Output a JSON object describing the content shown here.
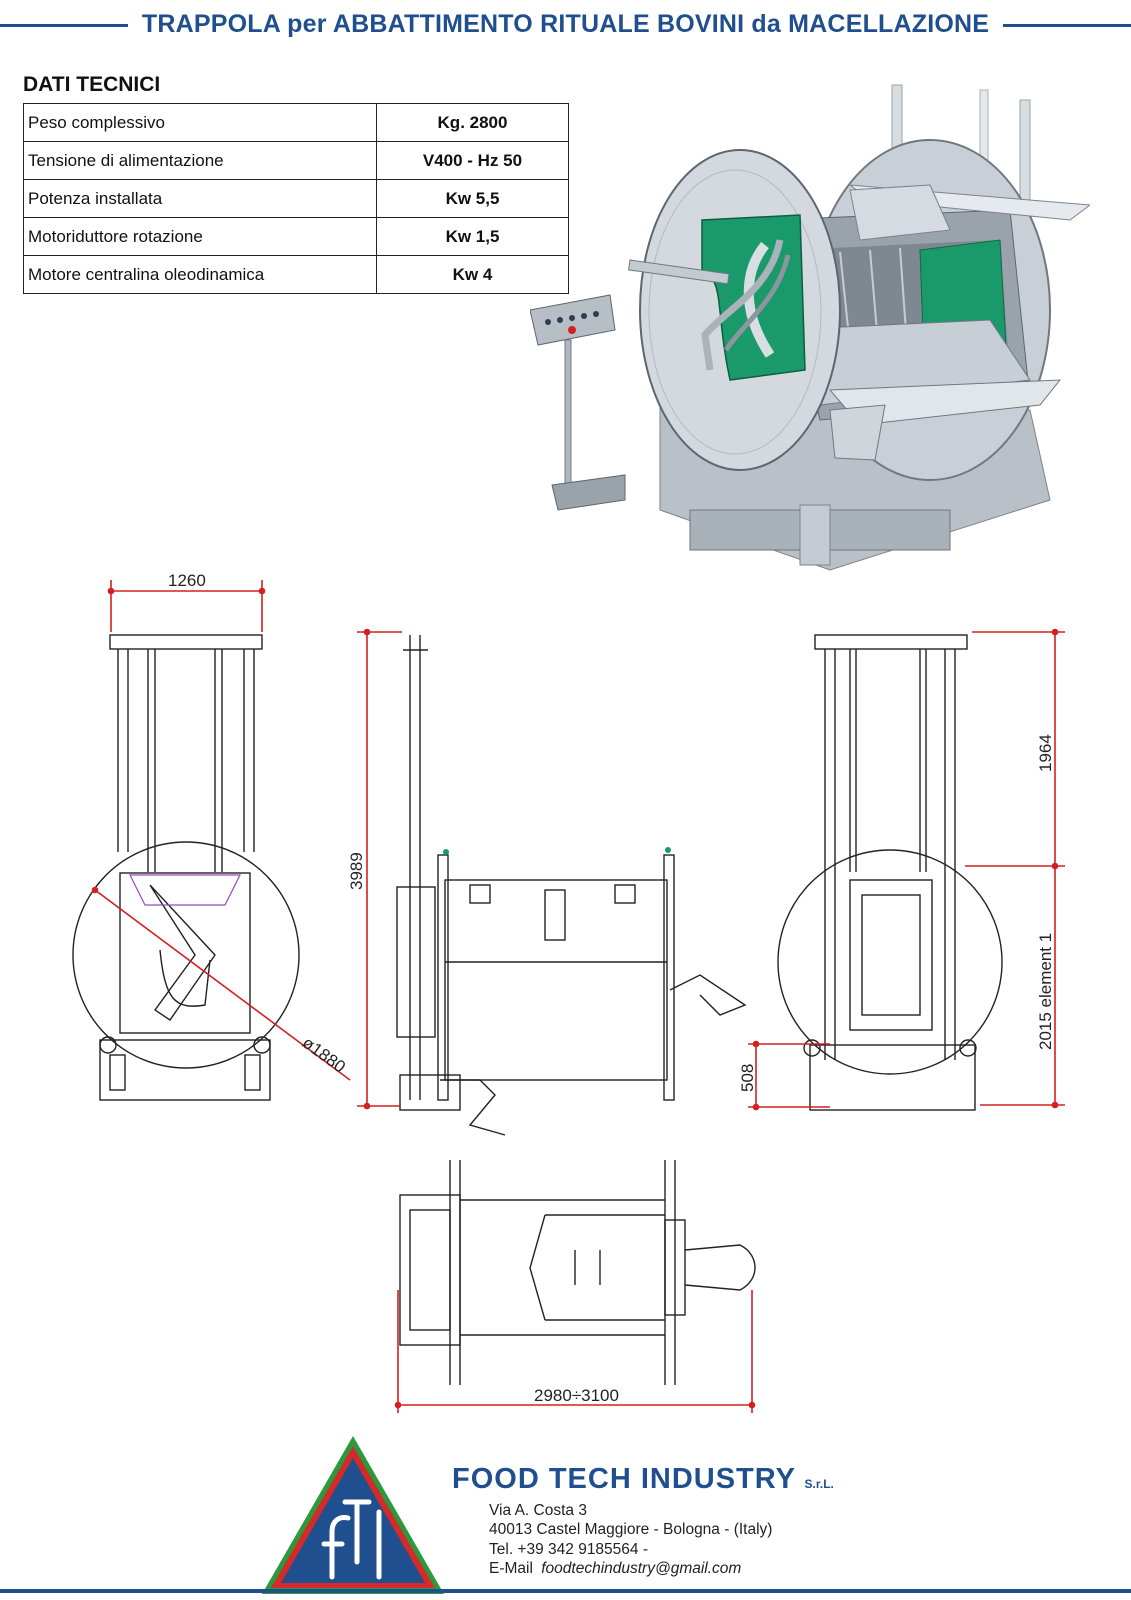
{
  "header": {
    "title": "TRAPPOLA per ABBATTIMENTO  RITUALE  BOVINI da MACELLAZIONE"
  },
  "tech": {
    "heading": "DATI TECNICI",
    "rows": [
      {
        "label": "Peso complessivo",
        "value": "Kg. 2800"
      },
      {
        "label": "Tensione di alimentazione",
        "value": "V400 - Hz 50"
      },
      {
        "label": "Potenza installata",
        "value": "Kw 5,5"
      },
      {
        "label": "Motoriduttore rotazione",
        "value": "Kw 1,5"
      },
      {
        "label": "Motore centralina oleodinamica",
        "value": "Kw 4"
      }
    ]
  },
  "drawing": {
    "width_front": "1260",
    "diameter": "ø1880",
    "height_total": "3989",
    "upper_height": "1964",
    "lower_height": "2015  element  1",
    "base_height": "508",
    "length": "2980÷3100"
  },
  "company": {
    "name": "FOOD  TECH  INDUSTRY",
    "suffix": "S.r.L.",
    "logo_text": "FTI",
    "address": "Via A. Costa 3",
    "city": "40013 Castel Maggiore - Bologna - (Italy)",
    "tel": "Tel. +39 342 9185564 -",
    "email_label": "E-Mail",
    "email": "foodtechindustry@gmail.com"
  },
  "colors": {
    "brand_blue": "#1f4f8f",
    "dim_red": "#d42020",
    "panel_green": "#1a9a6a",
    "logo_red": "#d42a2a",
    "logo_green": "#2a9a3a"
  }
}
